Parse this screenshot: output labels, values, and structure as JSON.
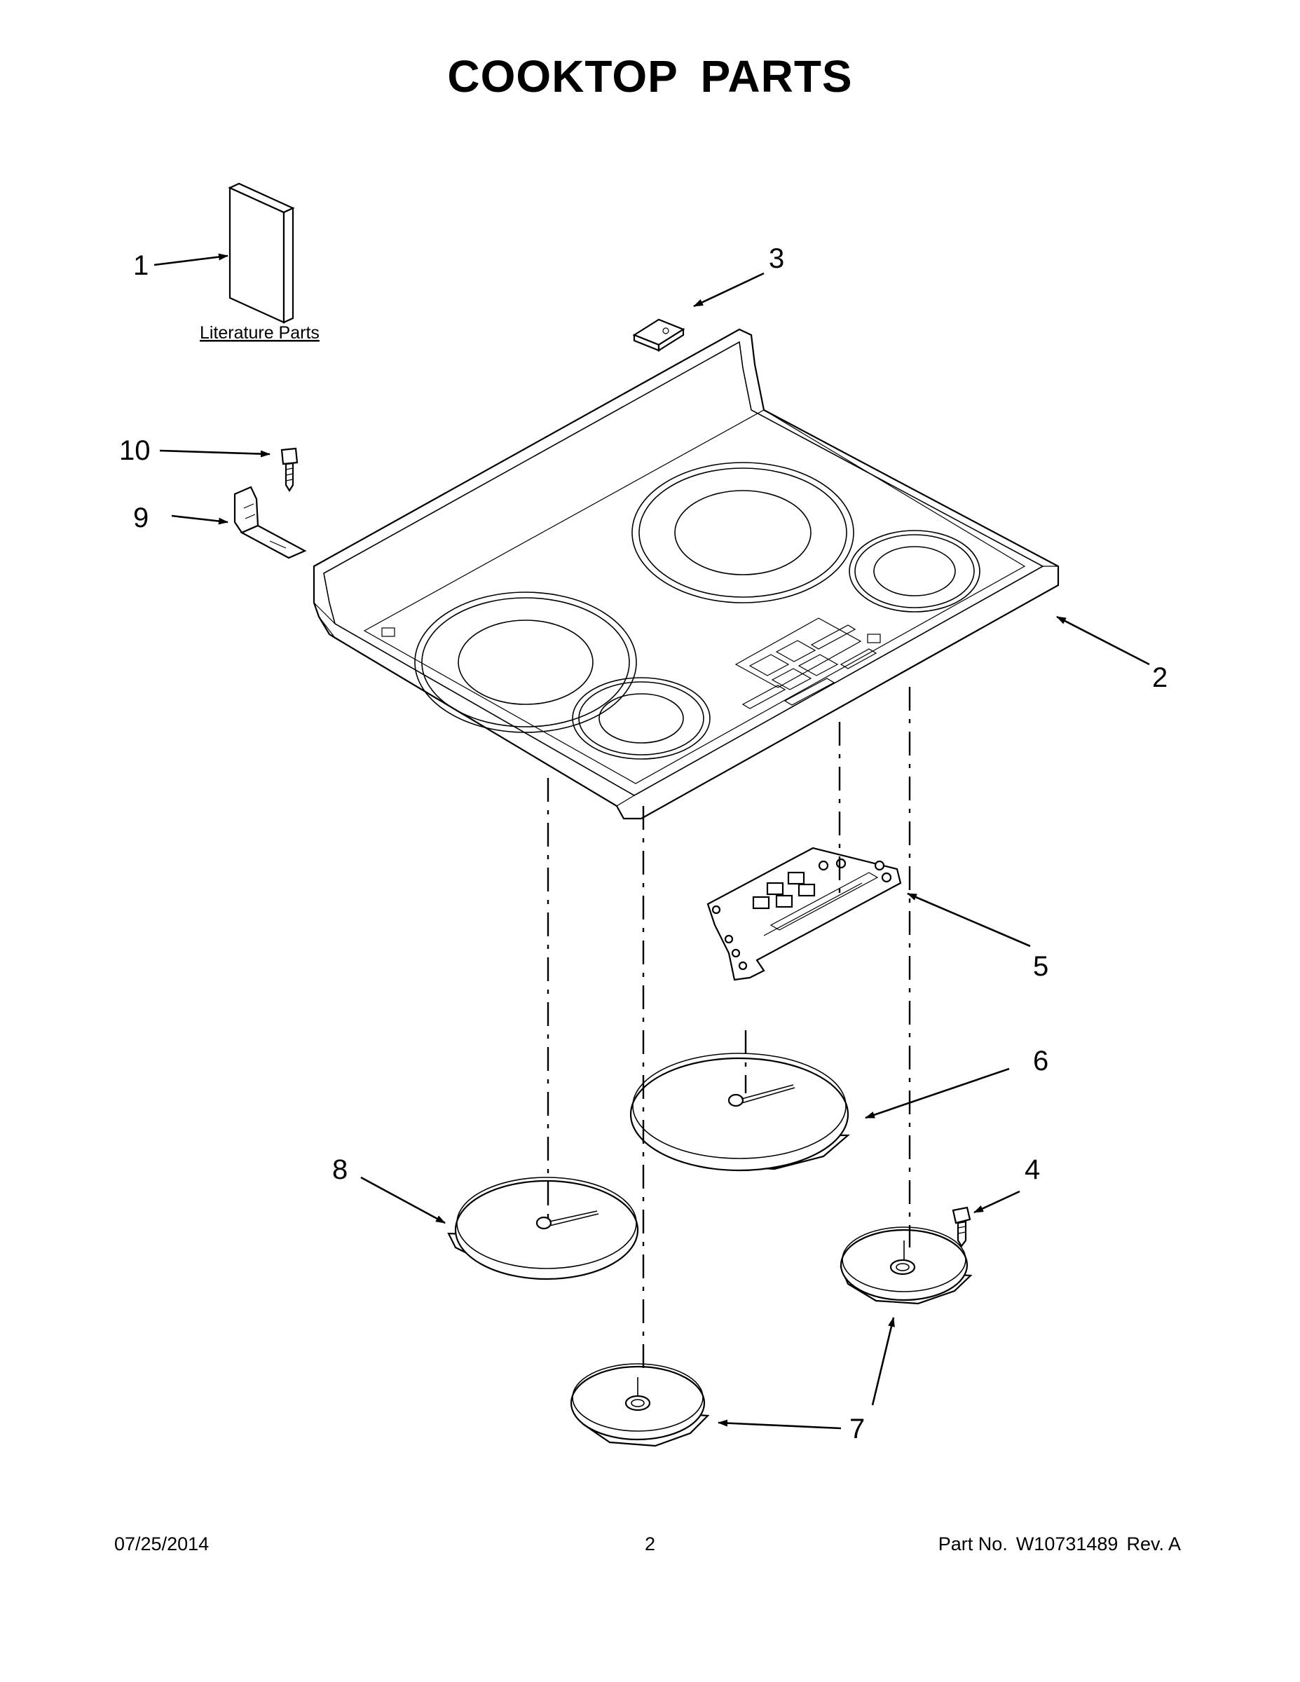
{
  "title": "COOKTOP PARTS",
  "literature_label": "Literature Parts",
  "callouts": {
    "c1": "1",
    "c2": "2",
    "c3": "3",
    "c4": "4",
    "c5": "5",
    "c6": "6",
    "c7a": "7",
    "c8": "8",
    "c9": "9",
    "c10": "10"
  },
  "footer": {
    "date": "07/25/2014",
    "page": "2",
    "part_label": "Part No.",
    "part_number": "W10731489",
    "revision": "Rev. A"
  }
}
